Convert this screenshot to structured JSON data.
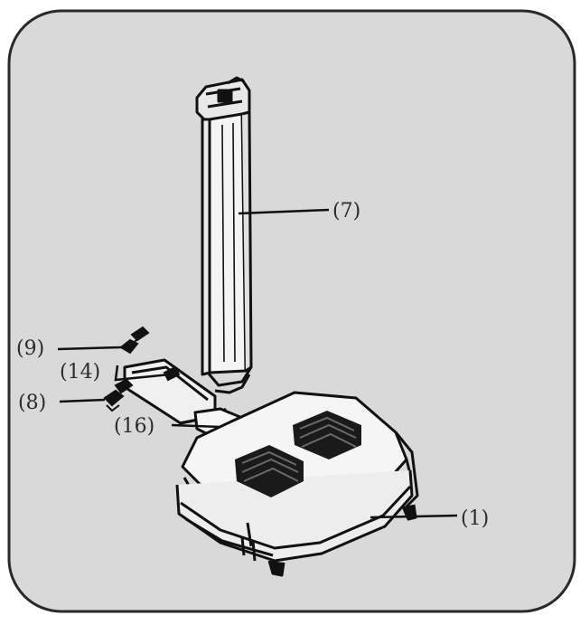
{
  "figure": {
    "background_color": "#d9d9d9",
    "border_color": "#2a2a2a",
    "ink_color": "#111111"
  },
  "callouts": {
    "column": "(7)",
    "screw_top": "(9)",
    "bracket": "(14)",
    "screw_bottom": "(8)",
    "plate": "(16)",
    "base": "(1)"
  }
}
